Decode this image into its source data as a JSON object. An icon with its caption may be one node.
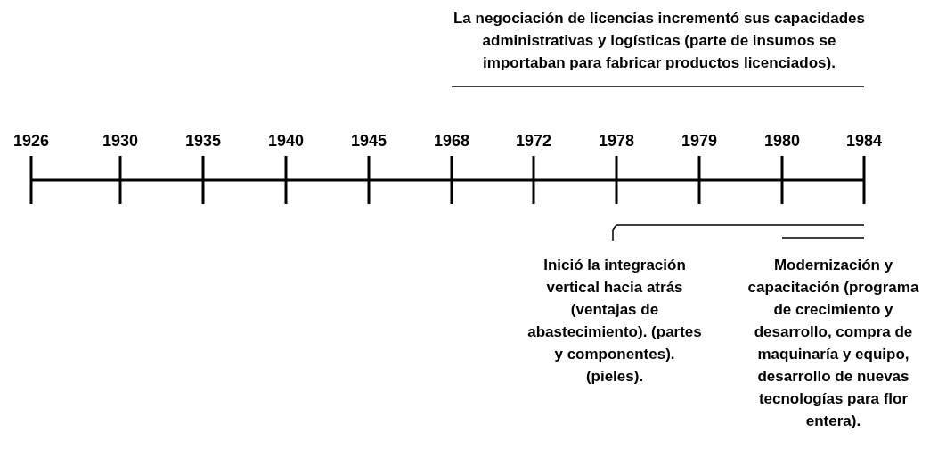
{
  "diagram": {
    "labels": [
      "1926",
      "1930",
      "1935",
      "1940",
      "1945",
      "1968",
      "1972",
      "1978",
      "1979",
      "1980",
      "1984",
      "La negociación de licencias  incrementó sus capacidades administrativas y logísticas (parte de insumos se importaban para fabricar productos licenciados).",
      "Inició la integración vertical hacia atrás (ventajas de abastecimiento). (partes y componentes). (pieles).",
      "Modernización y capacitación (programa de crecimiento y desarrollo, compra de maquinaría y equipo, desarrollo de nuevas tecnologías para flor entera)."
    ]
  }
}
